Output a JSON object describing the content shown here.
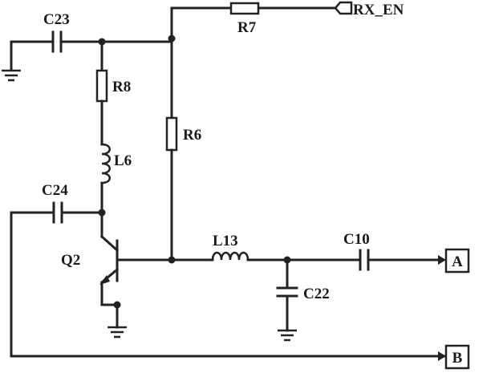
{
  "labels": {
    "c23": "C23",
    "r7": "R7",
    "rx_en": "RX_EN",
    "r8": "R8",
    "r6": "R6",
    "l6": "L6",
    "c24": "C24",
    "q2": "Q2",
    "l13": "L13",
    "c10": "C10",
    "c22": "C22",
    "port_a": "A",
    "port_b": "B"
  },
  "colors": {
    "ink": "#222222",
    "background": "#ffffff"
  }
}
